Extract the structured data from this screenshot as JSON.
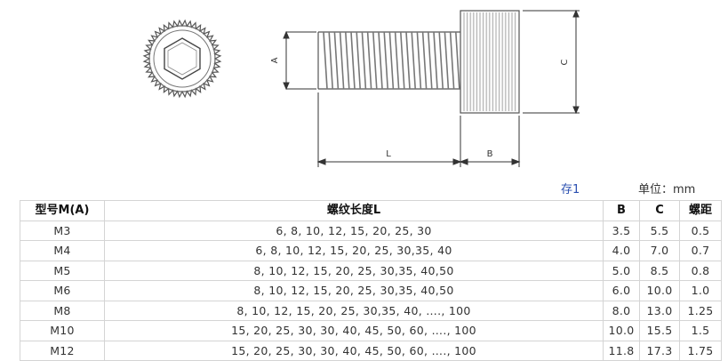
{
  "drawing": {
    "dimension_labels": {
      "a": "A",
      "c": "C",
      "l": "L",
      "b": "B"
    }
  },
  "header_notes": {
    "extra": "存1",
    "unit": "单位：mm"
  },
  "table": {
    "headers": {
      "model": "型号M(A)",
      "length": "螺纹长度L",
      "b": "B",
      "c": "C",
      "pitch": "螺距"
    },
    "rows": [
      {
        "model": "M3",
        "length": "6,  8,  10,  12,  15,  20,  25,  30",
        "b": "3.5",
        "c": "5.5",
        "pitch": "0.5"
      },
      {
        "model": "M4",
        "length": "6,  8,  10,  12,  15,  20,  25,  30,35,  40",
        "b": "4.0",
        "c": "7.0",
        "pitch": "0.7"
      },
      {
        "model": "M5",
        "length": "8,  10,  12,  15,  20,  25,  30,35,  40,50",
        "b": "5.0",
        "c": "8.5",
        "pitch": "0.8"
      },
      {
        "model": "M6",
        "length": "8,  10,  12,  15,  20,  25,  30,35,  40,50",
        "b": "6.0",
        "c": "10.0",
        "pitch": "1.0"
      },
      {
        "model": "M8",
        "length": "8,  10,  12,  15,  20,  25,  30,35,  40,  ….,  100",
        "b": "8.0",
        "c": "13.0",
        "pitch": "1.25"
      },
      {
        "model": "M10",
        "length": "15,  20,  25,  30,  30,  40,  45,  50,  60,  ….,  100",
        "b": "10.0",
        "c": "15.5",
        "pitch": "1.5"
      },
      {
        "model": "M12",
        "length": "15,  20,  25,  30,  30,  40,  45,  50,  60,  ….,  100",
        "b": "11.8",
        "c": "17.3",
        "pitch": "1.75"
      }
    ]
  }
}
